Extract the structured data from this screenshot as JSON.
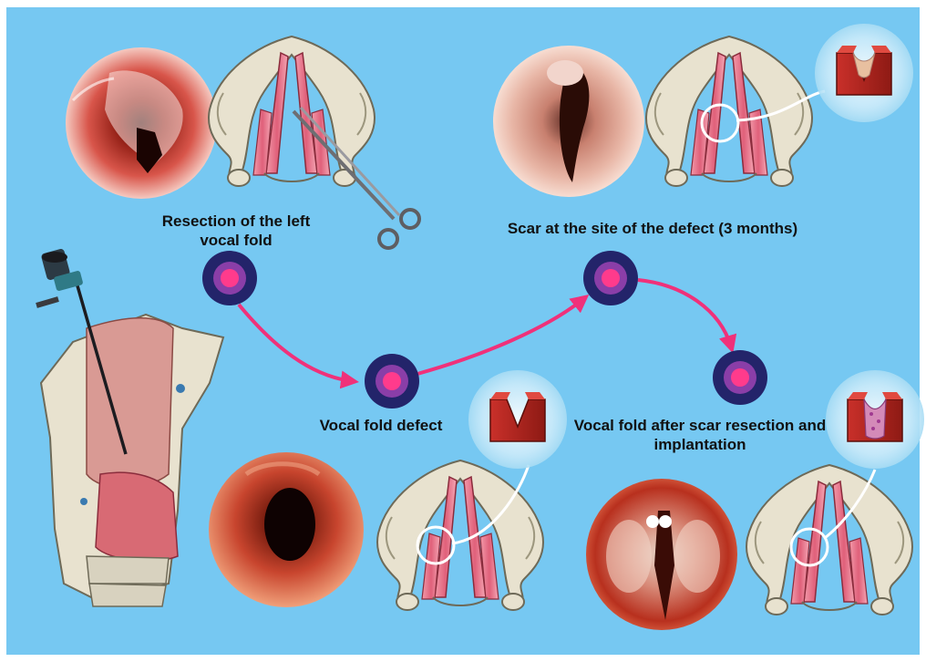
{
  "colors": {
    "background": "#76c8f2",
    "arrow": "#f0317a",
    "node_outer": "#23246a",
    "node_ring": "#8a3ea8",
    "node_core": "#ff3b8c",
    "cartilage": "#e8e2cf",
    "muscle": "#e0607a",
    "tissue": "#b8261e"
  },
  "steps": [
    {
      "id": "resection",
      "label": "Resection of the left vocal fold"
    },
    {
      "id": "defect",
      "label": "Vocal fold defect"
    },
    {
      "id": "scar",
      "label": "Scar at the site of the defect (3 months)"
    },
    {
      "id": "implant",
      "label": "Vocal fold after scar resection and implantation"
    }
  ],
  "icons": {
    "endoscope": "endoscope-icon",
    "forceps": "forceps-icon",
    "larynx": "larynx-anatomy-icon"
  }
}
